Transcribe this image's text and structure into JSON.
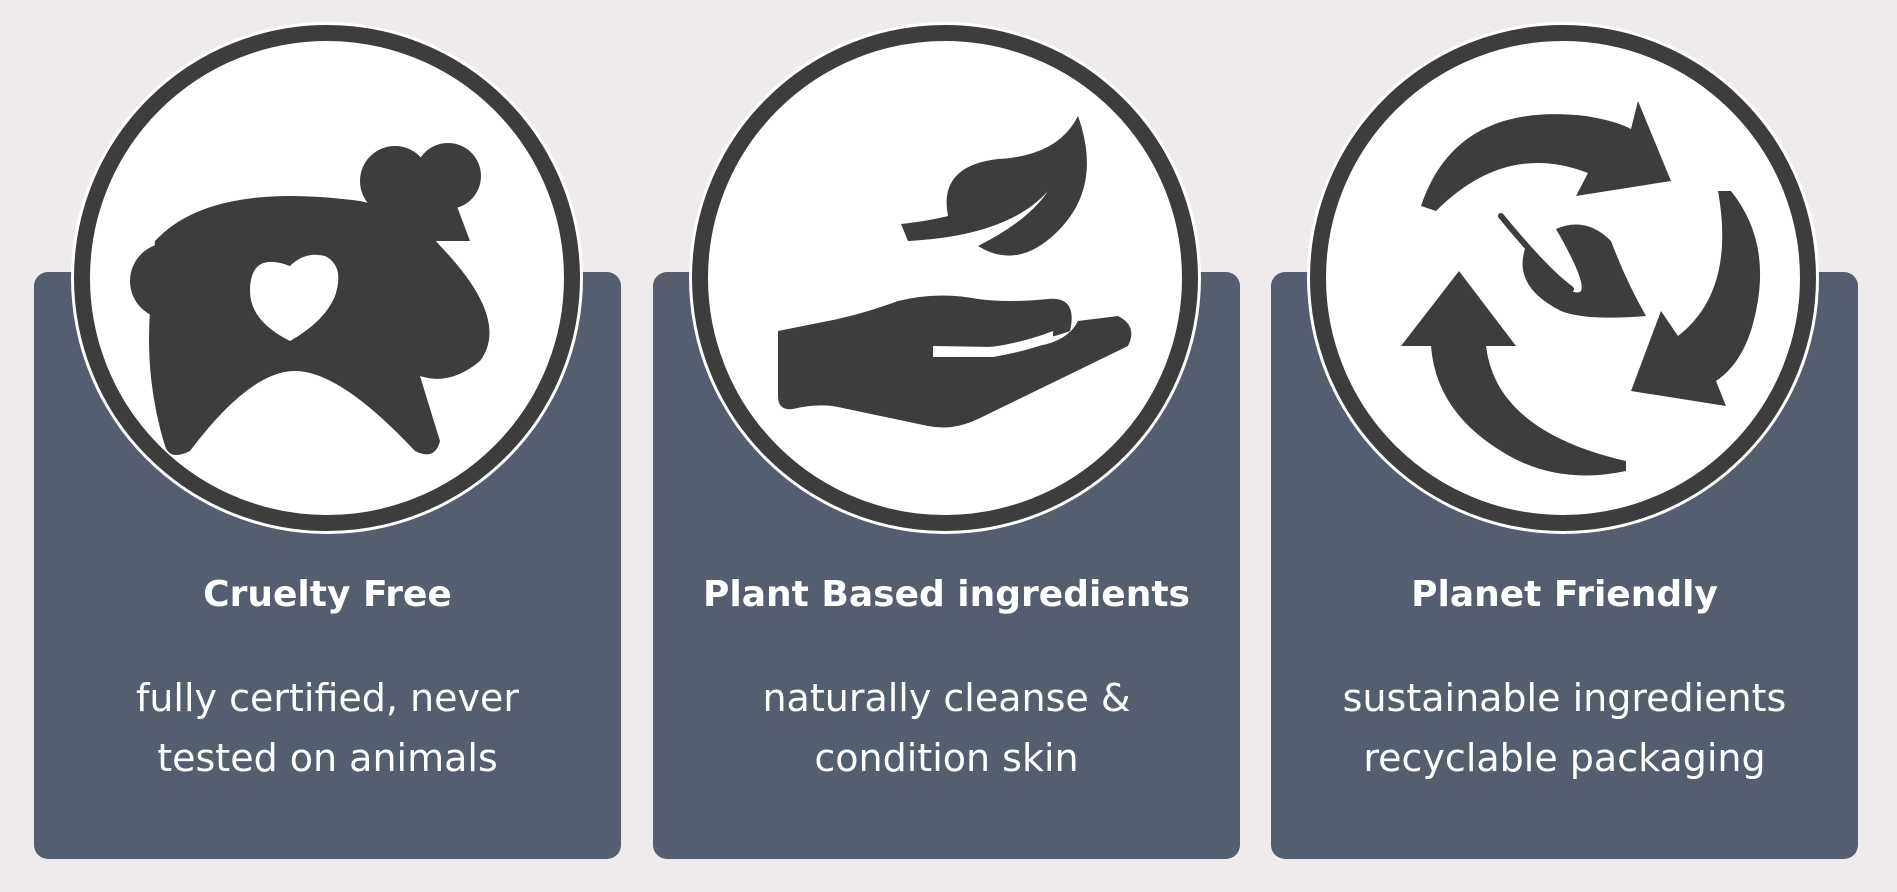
{
  "colors": {
    "background": "#efebec",
    "card": "#545e6f",
    "icon": "#3d3d3d"
  },
  "features": [
    {
      "icon": "hamster-heart-icon",
      "title": "Cruelty Free",
      "line1": "fully certified, never",
      "line2": "tested on animals"
    },
    {
      "icon": "hand-leaf-icon",
      "title": "Plant Based ingredients",
      "line1": "naturally cleanse &",
      "line2": "condition skin"
    },
    {
      "icon": "recycle-leaf-icon",
      "title": "Planet Friendly",
      "line1": "sustainable ingredients",
      "line2": "recyclable packaging"
    }
  ]
}
